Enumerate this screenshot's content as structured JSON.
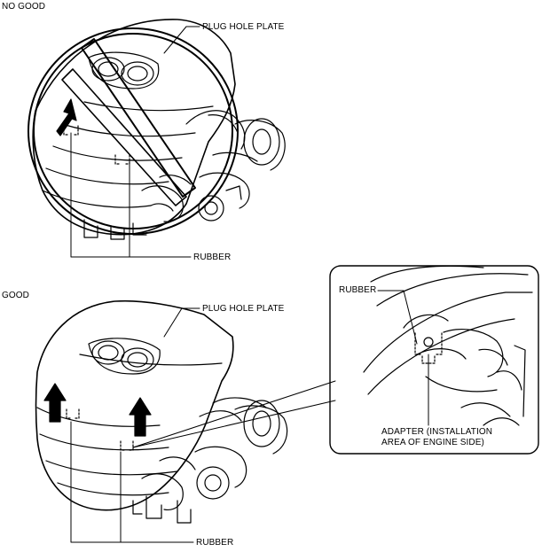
{
  "top_panel": {
    "status_label": "NO GOOD",
    "plug_hole_plate_label": "PLUG HOLE PLATE",
    "rubber_label": "RUBBER"
  },
  "bottom_panel": {
    "status_label": "GOOD",
    "plug_hole_plate_label": "PLUG HOLE PLATE",
    "rubber_label": "RUBBER"
  },
  "detail_callout": {
    "rubber_label": "RUBBER",
    "adapter_label_line1": "ADAPTER (INSTALLATION",
    "adapter_label_line2": "AREA OF ENGINE SIDE)"
  }
}
